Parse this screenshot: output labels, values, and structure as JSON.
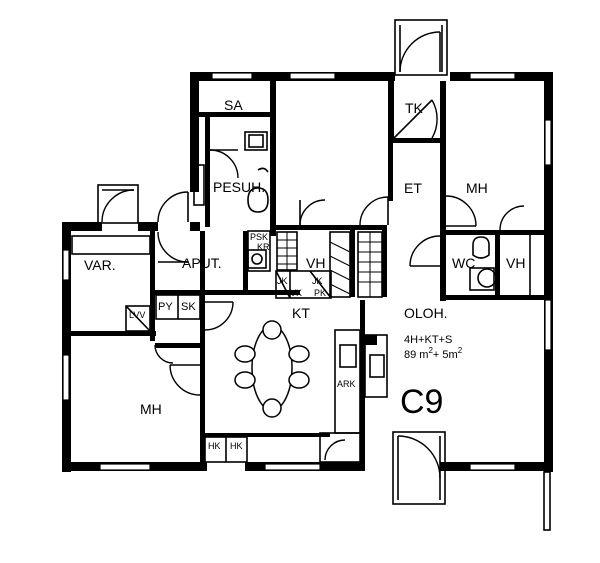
{
  "apartment": {
    "code": "C9",
    "type": "4H+KT+S",
    "area_main": "89 m",
    "area_extra": "+ 5m",
    "sup": "2"
  },
  "rooms": {
    "sa": "SA",
    "tk": "TK",
    "pesuh": "PESUH.",
    "et": "ET",
    "mh_top": "MH",
    "var": "VAR.",
    "aput": "APUT.",
    "vh_mid": "VH",
    "wc": "WC",
    "vh_right": "VH",
    "py": "PY",
    "sk": "SK",
    "lvv": "LVV",
    "kt": "KT",
    "oloh": "OLOH.",
    "mh_left": "MH",
    "hk1": "HK",
    "hk2": "HK",
    "psk": "PSK",
    "kr": "KR",
    "jk1": "JK",
    "vk": "VK",
    "jk2": "JK",
    "pk": "PK",
    "ark": "ARK"
  }
}
